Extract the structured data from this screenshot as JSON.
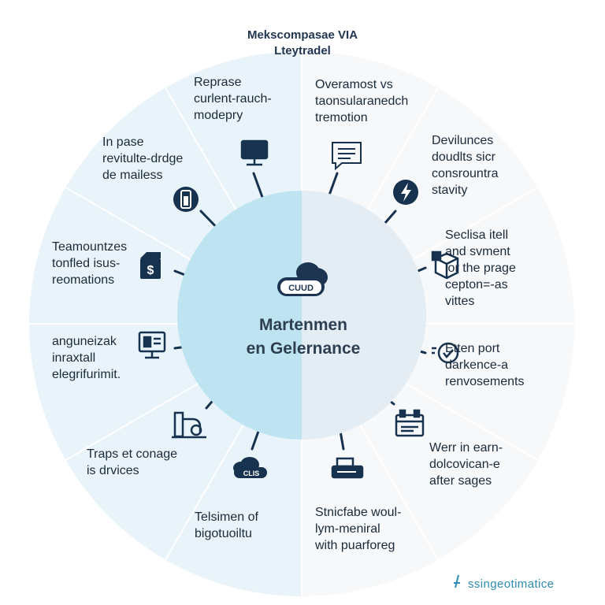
{
  "header": {
    "line1": "Mekscompasae VIA",
    "line2": "Lteytradel"
  },
  "center": {
    "badge": "CUUD",
    "title_line1": "Martenmen",
    "title_line2": "en Gelernance"
  },
  "segments": [
    {
      "lines": [
        "Reprase",
        "curlent-rauch-",
        "modepry"
      ],
      "icon": "monitor-icon"
    },
    {
      "lines": [
        "Overamost vs",
        "taonsularanedch",
        "tremotion"
      ],
      "icon": "message-icon"
    },
    {
      "lines": [
        "Devilunces",
        "doudlts sicr",
        "consrountra",
        "stavity"
      ],
      "icon": "lightning-icon"
    },
    {
      "lines": [
        "Seclisa itell",
        "and svment",
        "lor the prage",
        "cepton=-as",
        "vittes"
      ],
      "icon": "box-icon"
    },
    {
      "lines": [
        "Etten port",
        "darkence-a",
        "renvosements"
      ],
      "icon": "check-circle-icon"
    },
    {
      "lines": [
        "Werr in earn-",
        "dolcovican-e",
        "after sages"
      ],
      "icon": "calendar-icon"
    },
    {
      "lines": [
        "Stnicfabe woul-",
        "lym-meniral",
        "with puarforeg"
      ],
      "icon": "printer-icon"
    },
    {
      "lines": [
        "Telsimen of",
        "bigotuoiltu"
      ],
      "icon": "cloud-tag-icon"
    },
    {
      "lines": [
        "Traps et conage",
        "is drvices"
      ],
      "icon": "machine-icon"
    },
    {
      "lines": [
        "anguneizak",
        "inraxtall",
        "elegrifurimit."
      ],
      "icon": "computer-icon"
    },
    {
      "lines": [
        "Teamountzes",
        "tonfled isus-",
        "reomations"
      ],
      "icon": "dollar-icon"
    },
    {
      "lines": [
        "In pase",
        "revitulte-drdge",
        "de mailess"
      ],
      "icon": "battery-icon"
    }
  ],
  "icon_labels": {
    "cloud_tag": "CLIS"
  },
  "footer": {
    "brand": "ssingeotimatice"
  },
  "colors": {
    "left_fill": "#e8f4f9",
    "right_fill": "#f6f8fa",
    "center_left": "#bfe4f1",
    "center_right": "#e4edf3",
    "icon_dark": "#16324f",
    "accent": "#2e8bb0"
  }
}
